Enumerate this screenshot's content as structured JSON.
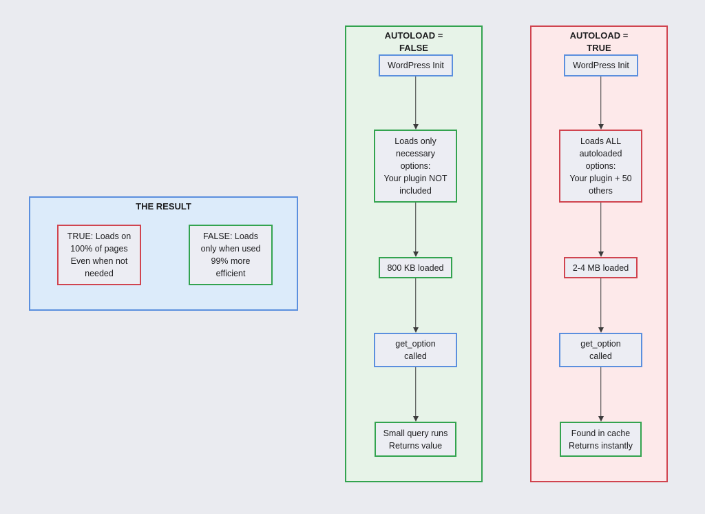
{
  "colors": {
    "blue": "#5B8FDE",
    "red": "#D0444F",
    "green": "#33A34F",
    "panel-blue-fill": "#DCEBFA",
    "panel-green-fill": "#E7F3E8",
    "panel-red-fill": "#FDE9EA",
    "node-fill": "#ECEDF3",
    "ink": "#1d1d1f",
    "arrow": "#3c3c3c",
    "bg": "#EAEBF0"
  },
  "result_panel": {
    "title": "THE RESULT",
    "true_box": [
      "TRUE: Loads on",
      "100% of pages",
      "Even when not",
      "needed"
    ],
    "false_box": [
      "FALSE: Loads",
      "only when used",
      "99% more",
      "efficient"
    ]
  },
  "false_flow": {
    "title": [
      "AUTOLOAD =",
      "FALSE"
    ],
    "wordpress_init": [
      "WordPress Init"
    ],
    "loads": [
      "Loads only",
      "necessary",
      "options:",
      "Your plugin NOT",
      "included"
    ],
    "loaded": [
      "800 KB loaded"
    ],
    "get_option": [
      "get_option",
      "called"
    ],
    "outcome": [
      "Small query runs",
      "Returns value"
    ]
  },
  "true_flow": {
    "title": [
      "AUTOLOAD =",
      "TRUE"
    ],
    "wordpress_init": [
      "WordPress Init"
    ],
    "loads": [
      "Loads ALL",
      "autoloaded",
      "options:",
      "Your plugin + 50",
      "others"
    ],
    "loaded": [
      "2-4 MB loaded"
    ],
    "get_option": [
      "get_option",
      "called"
    ],
    "outcome": [
      "Found in cache",
      "Returns instantly"
    ]
  }
}
